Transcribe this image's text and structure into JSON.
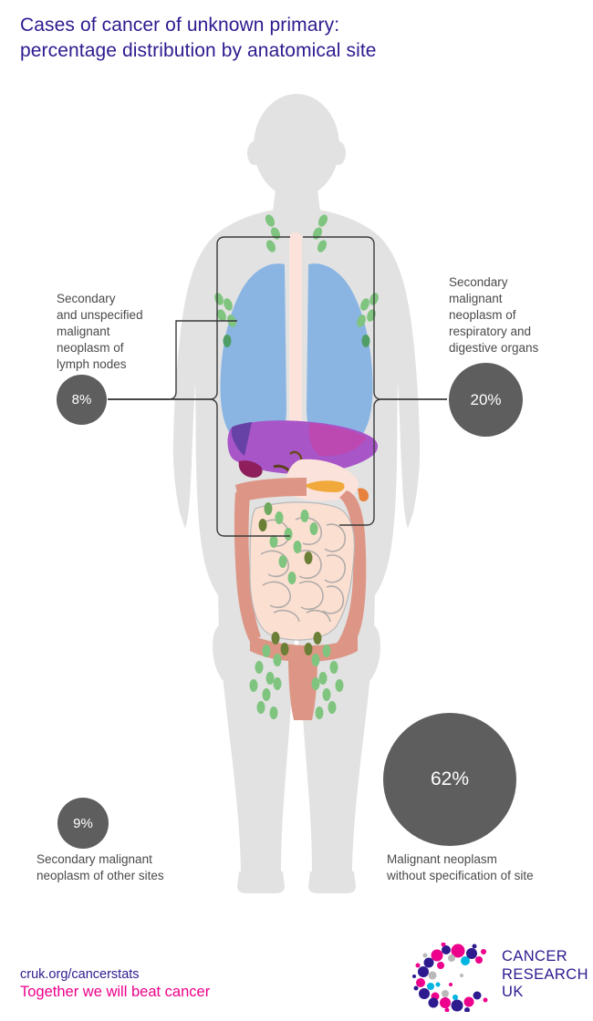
{
  "title": "Cases of cancer of unknown primary:\npercentage distribution by anatomical site",
  "callouts": {
    "lymph_nodes": {
      "label": "Secondary\nand unspecified\nmalignant\nneoplasm of\nlymph nodes",
      "value": "8%"
    },
    "respiratory_digestive": {
      "label": "Secondary\nmalignant\nneoplasm of\nrespiratory and\ndigestive organs",
      "value": "20%"
    },
    "other_sites": {
      "label": "Secondary malignant\nneoplasm of other sites",
      "value": "9%"
    },
    "unspecified_site": {
      "label": "Malignant neoplasm\nwithout specification of site",
      "value": "62%"
    }
  },
  "footer": {
    "url": "cruk.org/cancerstats",
    "tagline": "Together we will beat cancer",
    "logo_wordmark": "CANCER\nRESEARCH\nUK"
  },
  "colors": {
    "title_purple": "#2e1a8f",
    "tagline_magenta": "#ec008c",
    "bubble_gray": "#5e5e5e",
    "body_gray": "#e2e2e2",
    "lung_blue": "#8ab5e3",
    "liver_purple": "#a855c8",
    "colon_salmon": "#dd9685",
    "lymph_green": "#7fc47f",
    "label_gray": "#4a4a4a"
  },
  "chart_data": {
    "type": "pie",
    "title": "Cases of cancer of unknown primary: percentage distribution by anatomical site",
    "categories": [
      "Malignant neoplasm without specification of site",
      "Secondary malignant neoplasm of respiratory and digestive organs",
      "Secondary malignant neoplasm of other sites",
      "Secondary and unspecified malignant neoplasm of lymph nodes"
    ],
    "values": [
      62,
      20,
      9,
      8
    ],
    "value_labels": [
      "62%",
      "20%",
      "9%",
      "8%"
    ],
    "unit": "percent",
    "xlabel": "",
    "ylabel": "",
    "legend": "none"
  }
}
